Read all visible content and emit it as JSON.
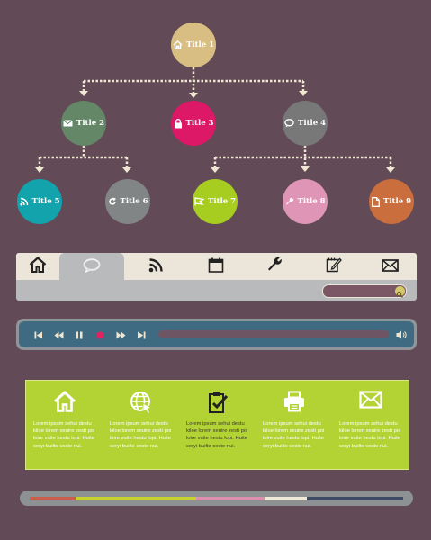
{
  "tree": {
    "nodes": [
      {
        "id": "n1",
        "title": "Title 1",
        "color": "#d8be82",
        "icon": "home-icon"
      },
      {
        "id": "n2",
        "title": "Title 2",
        "color": "#638767",
        "icon": "envelope-icon"
      },
      {
        "id": "n3",
        "title": "Title 3",
        "color": "#dd1866",
        "icon": "lock-icon"
      },
      {
        "id": "n4",
        "title": "Title 4",
        "color": "#777877",
        "icon": "speech-bubble-icon"
      },
      {
        "id": "n5",
        "title": "Title 5",
        "color": "#12a3ad",
        "icon": "rss-icon"
      },
      {
        "id": "n6",
        "title": "Title 6",
        "color": "#828585",
        "icon": "refresh-icon"
      },
      {
        "id": "n7",
        "title": "Title 7",
        "color": "#a8cd21",
        "icon": "flag-icon"
      },
      {
        "id": "n8",
        "title": "Title 8",
        "color": "#df96b6",
        "icon": "wrench-icon"
      },
      {
        "id": "n9",
        "title": "Title 9",
        "color": "#cb6e3e",
        "icon": "document-icon"
      }
    ]
  },
  "tabbar": {
    "tabs": [
      {
        "icon": "home-icon"
      },
      {
        "icon": "speech-bubble-icon",
        "active": true
      },
      {
        "icon": "rss-icon"
      },
      {
        "icon": "calendar-icon"
      },
      {
        "icon": "wrench-icon"
      },
      {
        "icon": "edit-icon"
      },
      {
        "icon": "envelope-icon"
      }
    ],
    "search": {
      "placeholder": "",
      "icon": "search-icon"
    }
  },
  "player": {
    "controls": [
      "skip-back-icon",
      "rewind-icon",
      "pause-icon",
      "record-icon",
      "fast-forward-icon",
      "skip-forward-icon"
    ],
    "volume_icon": "volume-icon",
    "progress": 0
  },
  "panel": {
    "columns": [
      {
        "icon": "home-icon",
        "text": "Lorem ipsum sehui destu kiloe lorem xeuire zesti poi loire vuite hestu lopi. Huite seryi builte ceste nui."
      },
      {
        "icon": "globe-cursor-icon",
        "text": "Lorem ipsum sehui destu kiloe lorem xeuire zesti poi loire vuite hestu lopi. Huite seryi builte ceste nui."
      },
      {
        "icon": "clipboard-check-icon",
        "text": "Lorem ipsum sehui destu kiloe lorem xeuire zesti poi loire vuite hestu lopi. Huite seryi builte ceste nui."
      },
      {
        "icon": "printer-icon",
        "text": "Lorem ipsum sehui destu kiloe lorem xeuire zesti poi loire vuite hestu lopi. Huite seryi builte ceste nui."
      },
      {
        "icon": "envelope-icon",
        "text": "Lorem ipsum sehui destu kiloe lorem xeuire zesti poi loire vuite hestu lopi. Huite seryi builte ceste nui."
      }
    ]
  },
  "colorbar": {
    "segments": [
      {
        "color": "#c95f4a"
      },
      {
        "color": "#c6d22e"
      },
      {
        "color": "#de8eae"
      },
      {
        "color": "#eeeada"
      },
      {
        "color": "#3e4b62"
      }
    ]
  }
}
